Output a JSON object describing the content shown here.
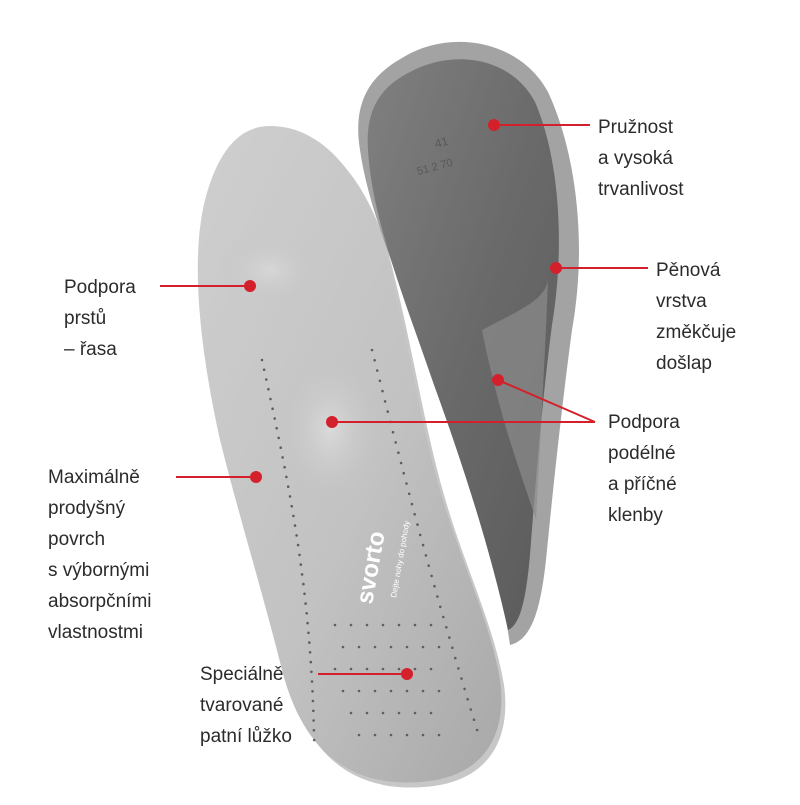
{
  "brand": {
    "logo_text": "svorto",
    "tagline": "Dejte nohy do pohody",
    "size_mark_1": "41",
    "size_mark_2": "51 2 70"
  },
  "colors": {
    "annotation": "#d4202a",
    "text": "#2b2b2b",
    "insole_top": "#c4c4c4",
    "insole_bottom": "#6e6e6e",
    "foam_edge": "#a9a9a9"
  },
  "callouts": [
    {
      "id": "pruznost",
      "lines": [
        "Pružnost",
        "a vysoká",
        "trvanlivost"
      ]
    },
    {
      "id": "penova",
      "lines": [
        "Pěnová",
        "vrstva",
        "změkčuje",
        "došlap"
      ]
    },
    {
      "id": "podpora-klenby",
      "lines": [
        "Podpora",
        "podélné",
        "a příčné",
        "klenby"
      ]
    },
    {
      "id": "podpora-prstu",
      "lines": [
        "Podpora",
        "prstů",
        "– řasa"
      ]
    },
    {
      "id": "prodysny",
      "lines": [
        "Maximálně",
        "prodyšný",
        "povrch",
        "s výbornými",
        "absorpčními",
        "vlastnostmi"
      ]
    },
    {
      "id": "patni",
      "lines": [
        "Speciálně",
        "tvarované",
        "patní lůžko"
      ]
    }
  ]
}
